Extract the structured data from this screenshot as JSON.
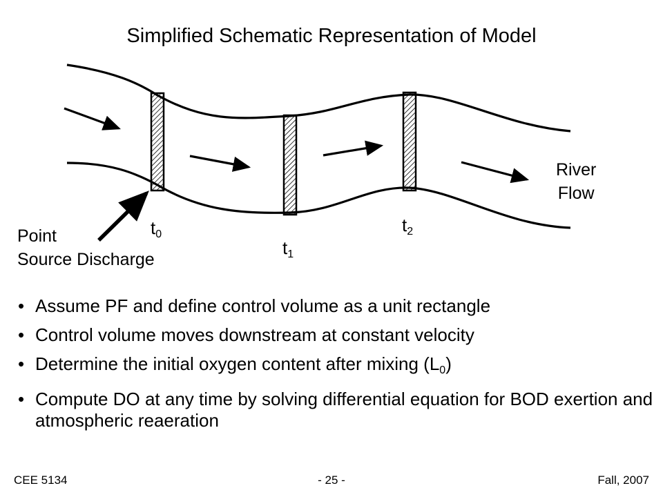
{
  "title": "Simplified Schematic Representation of Model",
  "labels": {
    "river_line1": "River",
    "river_line2": "Flow",
    "point_line1": "Point",
    "point_line2": "Source Discharge"
  },
  "time_markers": [
    {
      "base": "t",
      "sub": "0"
    },
    {
      "base": "t",
      "sub": "1"
    },
    {
      "base": "t",
      "sub": "2"
    }
  ],
  "bullets": [
    {
      "text": "Assume PF and define control volume as a unit rectangle"
    },
    {
      "text": "Control volume moves downstream at constant velocity"
    },
    {
      "text": "Determine the initial oxygen content after mixing (L",
      "sub": "0",
      "after": ")"
    },
    {
      "text": "Compute DO at any time by solving differential equation for BOD exertion and atmospheric reaeration"
    }
  ],
  "footer": {
    "left": "CEE 5134",
    "center": "- 25 -",
    "right": "Fall, 2007"
  }
}
